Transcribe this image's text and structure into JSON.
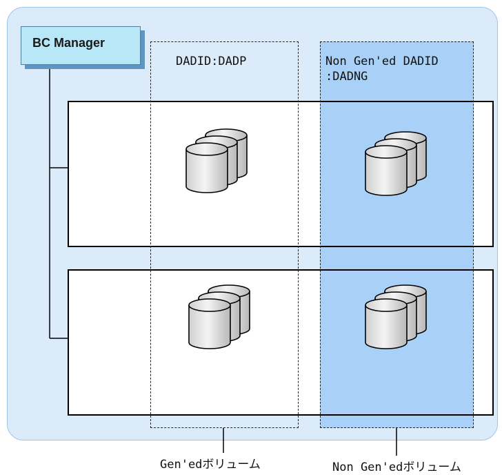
{
  "manager": {
    "label": "BC Manager"
  },
  "columns": [
    {
      "label": "DADID:DADP"
    },
    {
      "label": "Non Gen'ed DADID\n:DADNG"
    }
  ],
  "footer": {
    "left": "Gen'edボリューム",
    "right": "Non Gen'edボリューム"
  },
  "colors": {
    "outer_fill": "#dcebfa",
    "outer_border": "#9fc3e8",
    "highlight": "#a9d1f7",
    "manager_fill": "#b8e8f8",
    "manager_shadow": "#5d96c4"
  }
}
